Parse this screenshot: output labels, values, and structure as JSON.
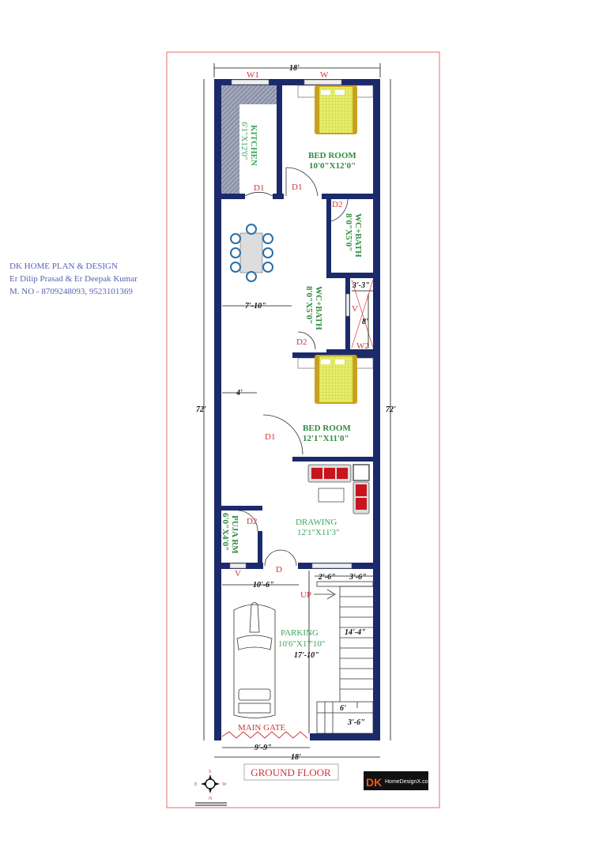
{
  "plan": {
    "title": "GROUND FLOOR",
    "rooms": {
      "kitchen": {
        "name": "KITCHEN",
        "size": "6'1\"X12'0\""
      },
      "bedroom1": {
        "name": "BED ROOM",
        "size": "10'0\"X12'0\""
      },
      "wcbath1": {
        "name": "WC+BATH",
        "size": "8'0\"X5'0\""
      },
      "wcbath2": {
        "name": "WC+BATH",
        "size": "8'0\"X5'0\""
      },
      "bedroom2": {
        "name": "BED ROOM",
        "size": "12'1\"X11'0\""
      },
      "drawing": {
        "name": "DRAWING",
        "size": "12'1\"X11'3\""
      },
      "puja": {
        "name": "PUJA RM",
        "size": "6'0\"X4'0\""
      },
      "parking": {
        "name": "PARKING",
        "size": "10'6\"X17'10\""
      }
    },
    "doors": {
      "d1": "D1",
      "d2": "D2",
      "d": "D"
    },
    "windows": {
      "w1": "W1",
      "w": "W",
      "w2": "W2",
      "v": "V"
    },
    "stairs_label": "UP",
    "main_gate": "MAIN GATE",
    "dimensions": {
      "width_top": "18'",
      "width_bottom": "18'",
      "length_left": "72'",
      "length_right": "72'",
      "passage1": "7'-10\"",
      "passage2": "4'",
      "shaft_w": "3'-3\"",
      "shaft_h": "8'",
      "parking_w": "10'-6\"",
      "stair_a": "2'-6\"",
      "stair_b": "3'-6\"",
      "stair_run": "14'-4\"",
      "parking_len": "17'-10\"",
      "landing_a": "6'",
      "landing_b": "3'-6\"",
      "gate_w": "9'-9\""
    },
    "compass": {
      "n": "N",
      "s": "S",
      "e": "E",
      "w": "W"
    },
    "watermark": [
      "DK HOME PLAN & DESIGN",
      "Er Dilip Prasad & Er Deepak Kumar",
      "M. NO - 8709248093, 9523101369"
    ],
    "logo": {
      "mark": "DK",
      "text": "HomeDesignX.com"
    }
  },
  "colors": {
    "wall": "#1b2a6b",
    "frame": "#e07070",
    "label": "#2e8b3e",
    "door": "#d0343a"
  }
}
